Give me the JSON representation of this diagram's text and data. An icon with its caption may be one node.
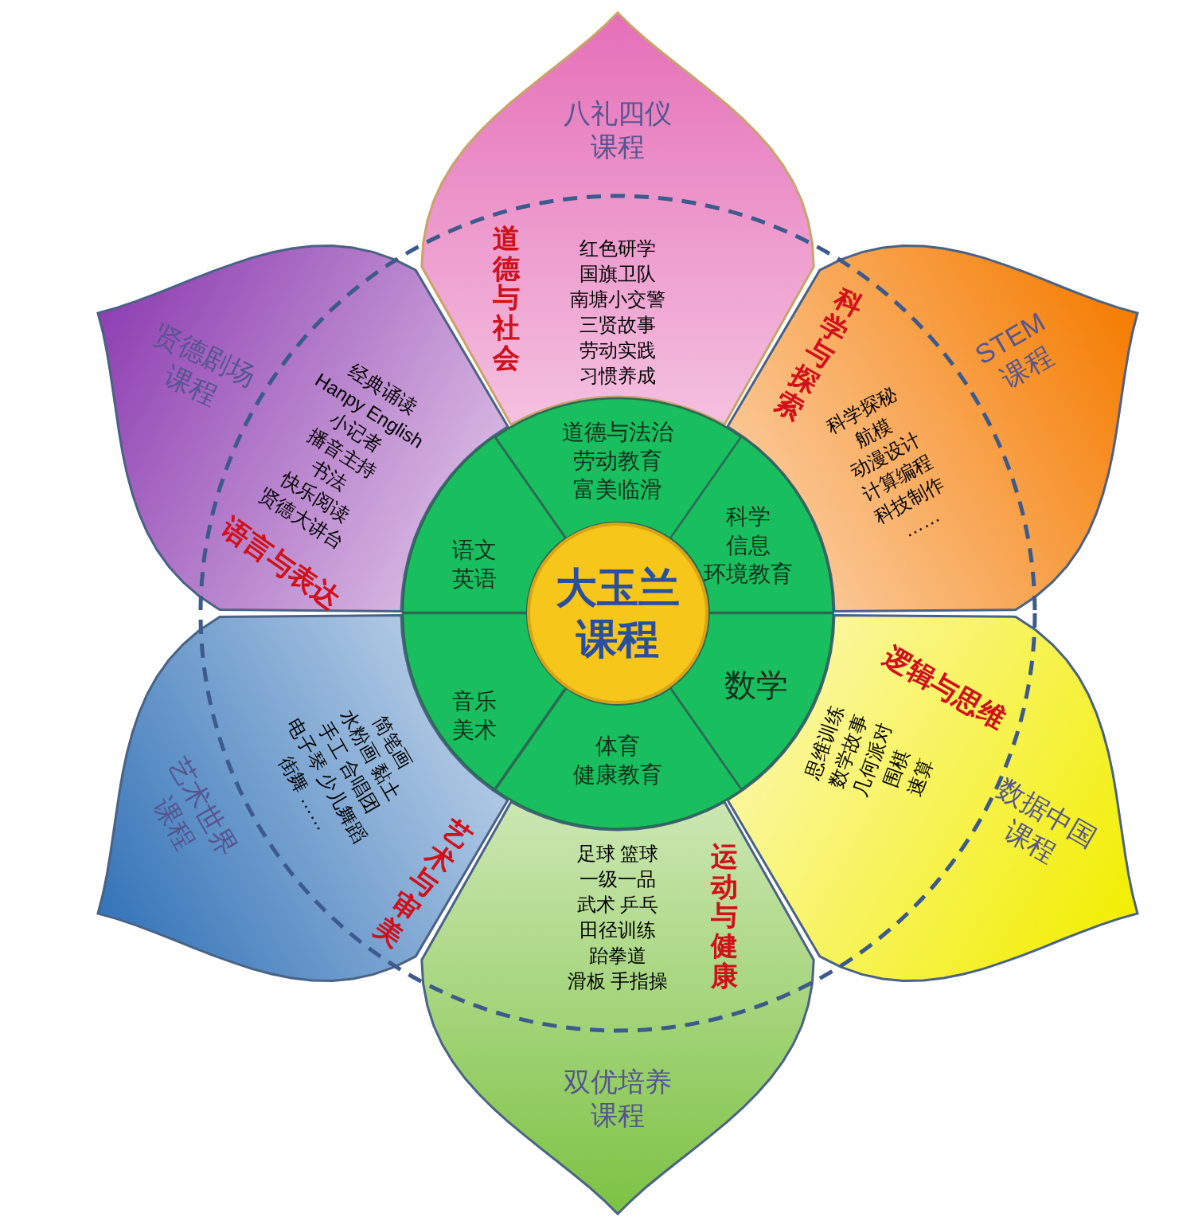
{
  "diagram": {
    "nodes": [
      {
        "text": [
          "八礼四仪课程",
          "道德与社会",
          "红色研学",
          "国旗卫队",
          "南塘小交警",
          "三贤故事",
          "劳动实践",
          "习惯养成"
        ]
      },
      {
        "text": [
          "STEM 课程",
          "科学与探索",
          "科学探秘",
          "航模",
          "动漫设计",
          "计算编程",
          "科技制作",
          "……"
        ]
      },
      {
        "text": [
          "数据中国课程",
          "逻辑与思维",
          "思维训练",
          "数学故事",
          "几何派对",
          "围棋",
          "速算"
        ]
      },
      {
        "text": [
          "双优培养课程",
          "运动与健康",
          "足球 篮球",
          "一级一品",
          "武术 乒乓",
          "田径训练",
          "跆拳道",
          "滑板 手指操"
        ]
      },
      {
        "text": [
          "艺术世界课程",
          "艺术与审美",
          "简笔画",
          "水粉画 黏土",
          "手工 合唱团",
          "电子琴 少儿舞蹈",
          "街舞 ……"
        ]
      },
      {
        "text": [
          "贤德剧场课程",
          "语言与表达",
          "经典诵读",
          "Hanpy English",
          "小记者",
          "播音主持",
          "书法",
          "快乐阅读",
          "贤德大讲台"
        ]
      },
      {
        "text": [
          "道德与法治",
          "劳动教育",
          "富美临滑"
        ]
      },
      {
        "text": [
          "科学",
          "信息",
          "环境教育"
        ]
      },
      {
        "text": [
          "数学"
        ]
      },
      {
        "text": [
          "体育",
          "健康教育"
        ]
      },
      {
        "text": [
          "音乐",
          "美术"
        ]
      },
      {
        "text": [
          "语文",
          "英语"
        ]
      },
      {
        "text": [
          "大玉兰课程"
        ]
      }
    ]
  }
}
